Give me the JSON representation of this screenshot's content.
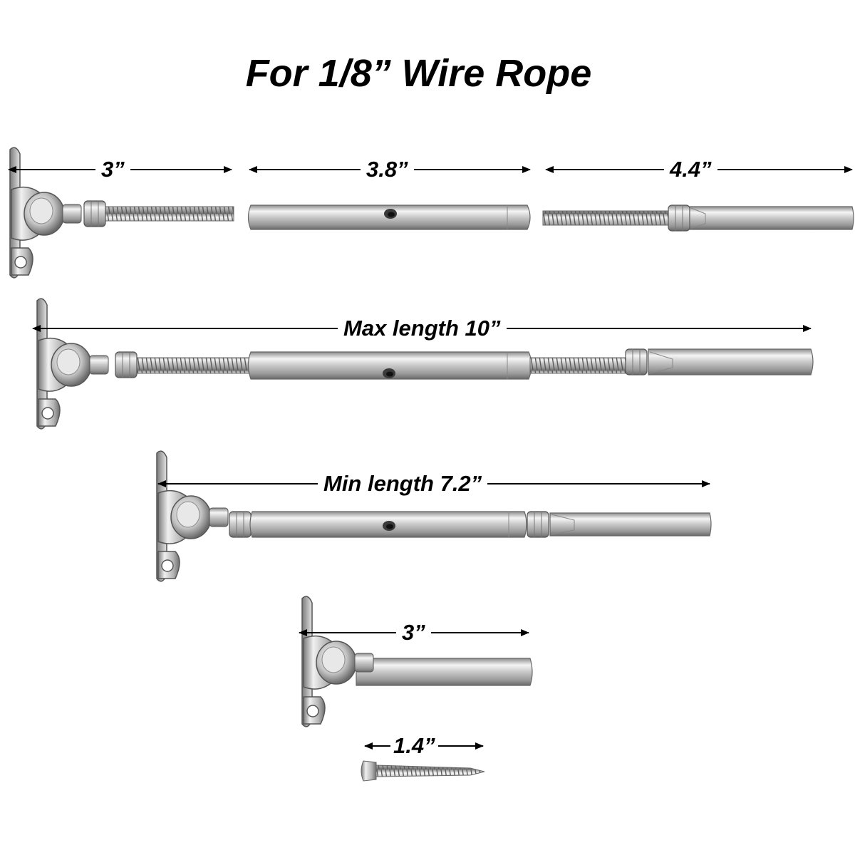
{
  "title": "For 1/8” Wire Rope",
  "dimensions": {
    "deck_toggle_stud": "3”",
    "turnbuckle_body": "3.8”",
    "swage_stud": "4.4”",
    "max_length": "Max length 10”",
    "min_length": "Min length 7.2”",
    "deck_toggle_swage": "3”",
    "lag_screw": "1.4”"
  },
  "colors": {
    "text": "#000000",
    "background": "#ffffff",
    "steel_light": "#f4f4f4",
    "steel_mid": "#bdbdbd",
    "steel_dark": "#6e6e6e"
  }
}
